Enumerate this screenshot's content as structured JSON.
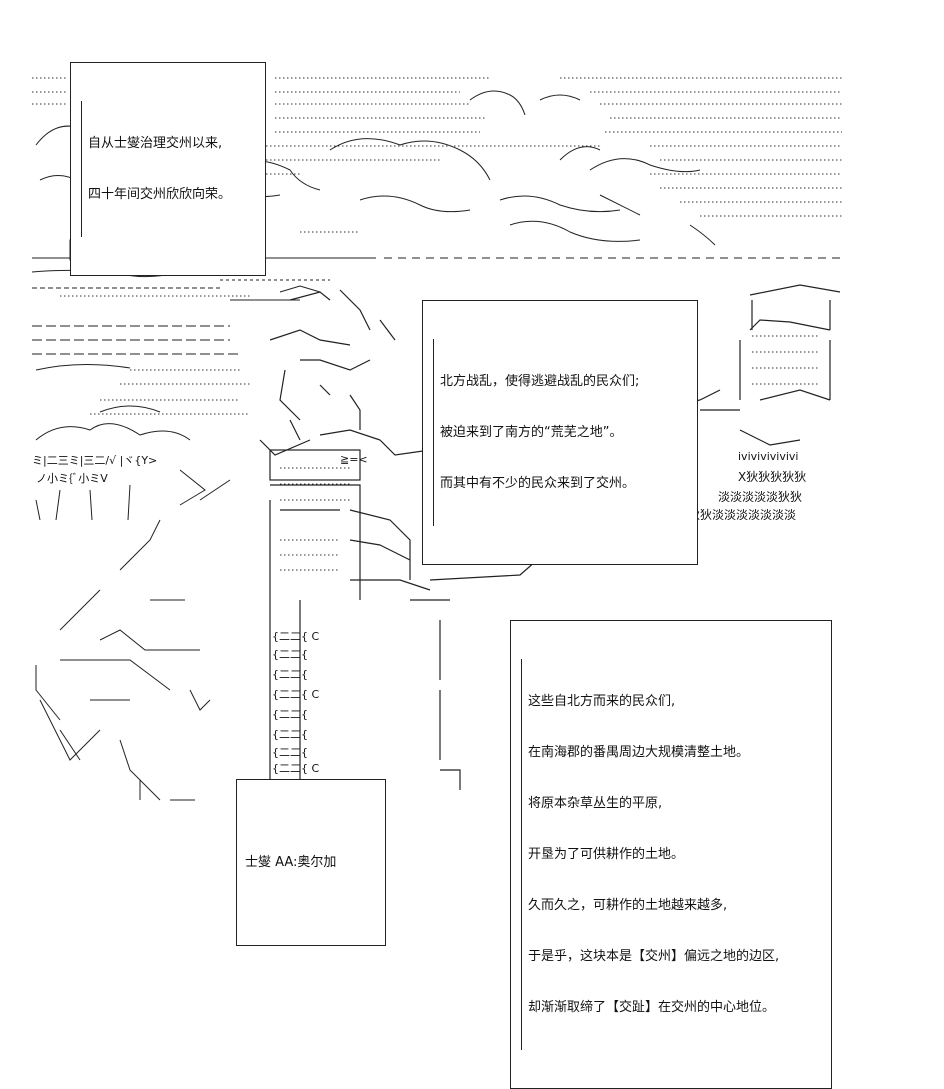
{
  "captions": {
    "top": {
      "lines": [
        "自从士燮治理交州以来,",
        "四十年间交州欣欣向荣。"
      ]
    },
    "middle": {
      "lines": [
        "北方战乱，使得逃避战乱的民众们;",
        "被迫来到了南方的“荒芜之地”。",
        "而其中有不少的民众来到了交州。"
      ]
    },
    "right": {
      "lines": [
        "这些自北方而来的民众们,",
        "在南海郡的番禺周边大规模清整土地。",
        "将原本杂草丛生的平原,",
        "开垦为了可供耕作的土地。",
        "久而久之，可耕作的土地越来越多,",
        "于是乎，这块本是【交州】偏远之地的边区,",
        "却渐渐取缔了【交趾】在交州的中心地位。"
      ]
    },
    "credit": {
      "text": "士燮 AA:奥尔加"
    }
  },
  "art_text": {
    "crowd_row1": "ivivivivivivi",
    "crowd_row2": "X狄狄狄狄狄",
    "crowd_row3": "淡淡淡淡淡狄狄",
    "crowd_row4": "狄狄淡淡淡淡淡淡淡",
    "house_marks": "|「|「|「|「|",
    "pillar_a": "{二二{ C",
    "pillar_b": "{二二{",
    "signpost": "ミ|二三ミ|三二/√ |ヾ{Y>",
    "hill_text": "ノ小ミ{ﾞ小ミV",
    "robe_mark": "≧=<"
  },
  "colors": {
    "ink": "#222222",
    "paper": "#ffffff"
  }
}
